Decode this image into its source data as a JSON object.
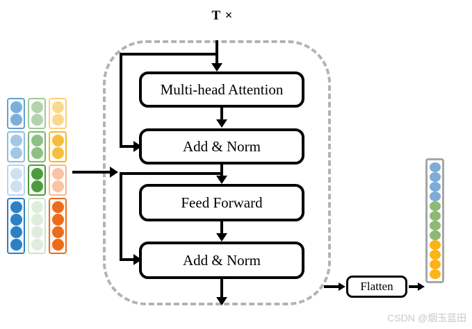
{
  "diagram": {
    "repeat_label": "T ×",
    "blocks": [
      {
        "id": "multi-head-attention",
        "label": "Multi-head Attention"
      },
      {
        "id": "add-norm-1",
        "label": "Add & Norm"
      },
      {
        "id": "feed-forward",
        "label": "Feed Forward"
      },
      {
        "id": "add-norm-2",
        "label": "Add & Norm"
      }
    ],
    "flatten": {
      "label": "Flatten"
    },
    "colors": {
      "block_border": "#000000",
      "encoder_dashed_border": "#b3b3b3",
      "connector": "#000000",
      "blue": "#2e80c4",
      "green": "#4e9b3f",
      "yellow": "#f5b82e",
      "orange": "#ec6c19",
      "output_border": "#a6a6a6",
      "watermark": "#c8c8c8"
    },
    "input_matrix": {
      "columns": 3,
      "rows": 4,
      "cells": [
        [
          {
            "color": "#2e80c4",
            "opacity": 0.62,
            "dots": 2,
            "highlighted": false
          },
          {
            "color": "#2e80c4",
            "opacity": 0.42,
            "dots": 2,
            "highlighted": false
          },
          {
            "color": "#2e80c4",
            "opacity": 0.22,
            "dots": 2,
            "highlighted": false
          },
          {
            "color": "#2e80c4",
            "opacity": 1.0,
            "dots": 4,
            "highlighted": true
          }
        ],
        [
          {
            "color": "#4e9b3f",
            "opacity": 0.42,
            "dots": 2,
            "highlighted": false
          },
          {
            "color": "#4e9b3f",
            "opacity": 0.62,
            "dots": 2,
            "highlighted": false
          },
          {
            "color": "#4e9b3f",
            "opacity": 1.0,
            "dots": 2,
            "highlighted": true
          },
          {
            "color": "#4e9b3f",
            "opacity": 0.17,
            "dots": 4,
            "highlighted": false
          }
        ],
        [
          {
            "color": "#f5b82e",
            "opacity": 0.52,
            "dots": 2,
            "highlighted": false
          },
          {
            "color": "#f5b82e",
            "opacity": 0.92,
            "dots": 2,
            "highlighted": false
          },
          {
            "color": "#ec6c19",
            "opacity": 0.38,
            "dots": 2,
            "highlighted": false
          },
          {
            "color": "#ec6c19",
            "opacity": 1.0,
            "dots": 4,
            "highlighted": true
          }
        ]
      ]
    },
    "output_column": {
      "dots": [
        {
          "color": "#7facd6"
        },
        {
          "color": "#7facd6"
        },
        {
          "color": "#7facd6"
        },
        {
          "color": "#7facd6"
        },
        {
          "color": "#8fb874"
        },
        {
          "color": "#8fb874"
        },
        {
          "color": "#8fb874"
        },
        {
          "color": "#8fb874"
        },
        {
          "color": "#fbb317"
        },
        {
          "color": "#fbb317"
        },
        {
          "color": "#fbb317"
        },
        {
          "color": "#fbb317"
        }
      ]
    }
  },
  "watermark": {
    "text": "CSDN @烟玉蓝田"
  }
}
